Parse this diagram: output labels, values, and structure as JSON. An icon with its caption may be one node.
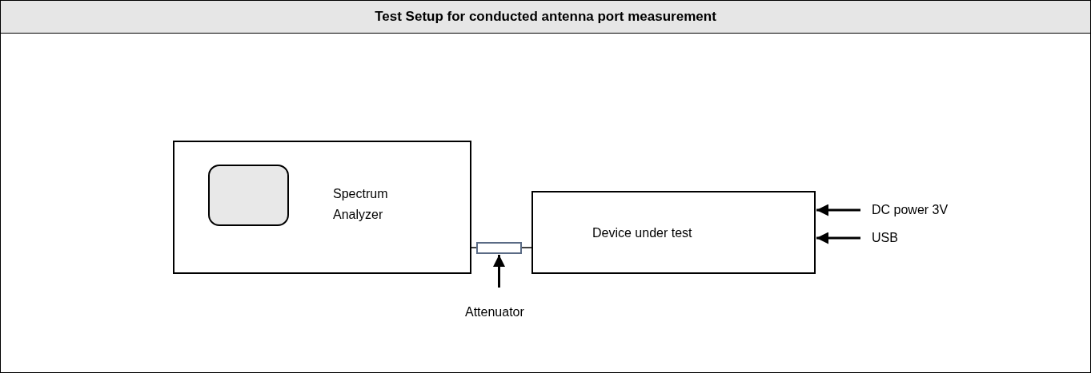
{
  "diagram": {
    "title": "Test Setup for conducted antenna port measurement",
    "nodes": [
      {
        "text": [
          "Spectrum Analyzer"
        ]
      },
      {
        "text": [],
        "shape": "box",
        "in": 0
      },
      {
        "text": [],
        "shape": "box"
      },
      {
        "text": [
          "Device under test"
        ]
      },
      {
        "text": [
          "Attenuator"
        ]
      },
      {
        "text": [
          "DC power 3V"
        ]
      },
      {
        "text": [
          "USB"
        ]
      }
    ],
    "edges": [
      {
        "from": 0,
        "to": 2,
        "arrow": "none"
      },
      {
        "from": 2,
        "to": 3,
        "arrow": "none"
      },
      {
        "from": 4,
        "to": 2,
        "arrow": "to"
      },
      {
        "from": 5,
        "to": 3,
        "arrow": "to"
      },
      {
        "from": 6,
        "to": 3,
        "arrow": "to"
      }
    ]
  }
}
